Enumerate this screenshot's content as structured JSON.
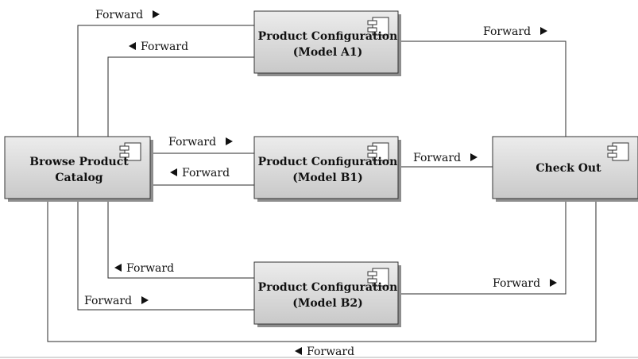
{
  "diagram": {
    "colors": {
      "box_fill_top": "#ececec",
      "box_fill_bottom": "#c9c9c9",
      "shadow": "#8e8e8e",
      "line": "#2a2a2a",
      "text": "#111111"
    },
    "icon_name": "component-icon",
    "nodes": [
      {
        "id": "browse",
        "lines": [
          "Browse Product",
          "Catalog"
        ]
      },
      {
        "id": "a1",
        "lines": [
          "Product Configuration",
          "(Model A1)"
        ]
      },
      {
        "id": "b1",
        "lines": [
          "Product Configuration",
          "(Model B1)"
        ]
      },
      {
        "id": "b2",
        "lines": [
          "Product Configuration",
          "(Model B2)"
        ]
      },
      {
        "id": "checkout",
        "lines": [
          "Check Out"
        ]
      }
    ],
    "edges": [
      {
        "id": "browse-a1",
        "from": "browse",
        "to": "a1",
        "label": "Forward",
        "arrow": "right"
      },
      {
        "id": "a1-browse",
        "from": "a1",
        "to": "browse",
        "label": "Forward",
        "arrow": "left"
      },
      {
        "id": "a1-checkout",
        "from": "a1",
        "to": "checkout",
        "label": "Forward",
        "arrow": "right"
      },
      {
        "id": "browse-b1",
        "from": "browse",
        "to": "b1",
        "label": "Forward",
        "arrow": "right"
      },
      {
        "id": "b1-browse",
        "from": "b1",
        "to": "browse",
        "label": "Forward",
        "arrow": "left"
      },
      {
        "id": "b1-checkout",
        "from": "b1",
        "to": "checkout",
        "label": "Forward",
        "arrow": "right"
      },
      {
        "id": "b2-browse",
        "from": "b2",
        "to": "browse",
        "label": "Forward",
        "arrow": "left"
      },
      {
        "id": "browse-b2",
        "from": "browse",
        "to": "b2",
        "label": "Forward",
        "arrow": "right"
      },
      {
        "id": "b2-checkout",
        "from": "b2",
        "to": "checkout",
        "label": "Forward",
        "arrow": "right"
      },
      {
        "id": "checkout-browse",
        "from": "checkout",
        "to": "browse",
        "label": "Forward",
        "arrow": "left"
      }
    ]
  }
}
